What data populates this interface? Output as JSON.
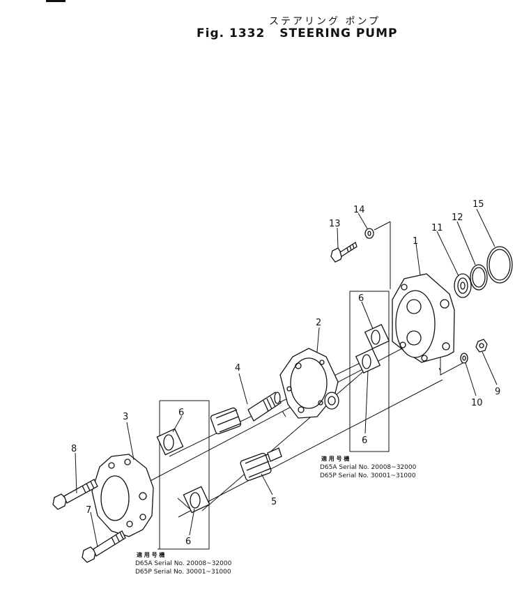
{
  "title": {
    "japanese": "ステアリング ポンプ",
    "fig": "Fig. 1332",
    "name": "STEERING PUMP"
  },
  "callouts": [
    "1",
    "2",
    "3",
    "4",
    "5",
    "6",
    "6",
    "6",
    "6",
    "7",
    "8",
    "9",
    "10",
    "11",
    "12",
    "13",
    "14",
    "15"
  ],
  "notes": [
    {
      "heading": "適 用 号 機",
      "lines": [
        "D65A  Serial No. 20008~32000",
        "D65P  Serial No. 30001~31000"
      ]
    },
    {
      "heading": "適 用 号 機",
      "lines": [
        "D65A  Serial No. 20008~32000",
        "D65P  Serial No. 30001~31000"
      ]
    }
  ]
}
